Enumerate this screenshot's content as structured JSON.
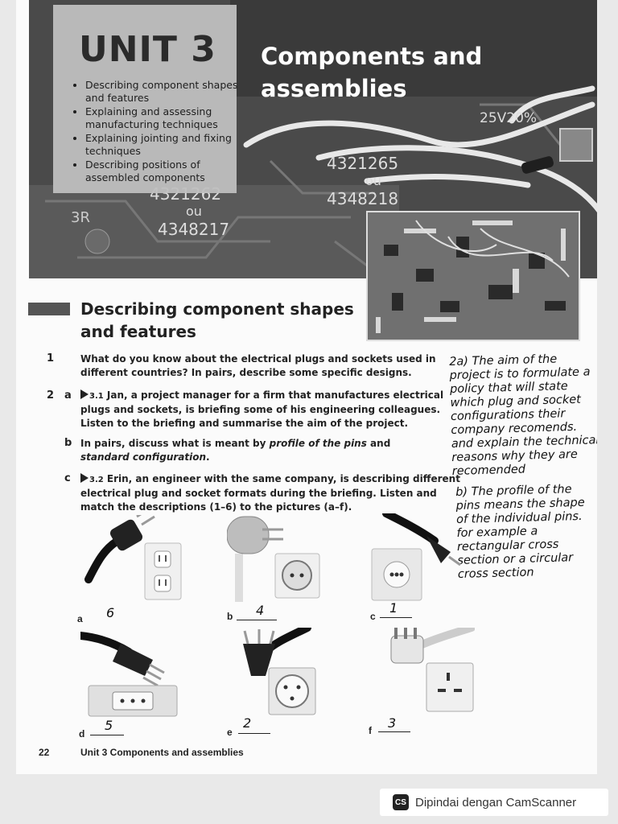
{
  "unit": {
    "number": "UNIT 3",
    "title": "Components and assemblies",
    "bullets": [
      "Describing component shapes and features",
      "Explaining and assessing manufacturing techniques",
      "Explaining jointing and fixing techniques",
      "Describing positions of assembled components"
    ]
  },
  "banner_print": {
    "top_right": "25V20%",
    "chip_left_1": "4321262",
    "chip_left_2": "ou",
    "chip_left_3": "4348217",
    "chip_mid_1": "4321265",
    "chip_mid_2": "ou",
    "chip_mid_3": "4348218",
    "label_3r": "3R"
  },
  "section": {
    "title": "Describing component shapes and features"
  },
  "questions": {
    "q1_num": "1",
    "q1_text": "What do you know about the electrical plugs and sockets used in different countries? In pairs, describe some specific designs.",
    "q2_num": "2",
    "q2a_letter": "a",
    "q2a_track": "3.1",
    "q2a_text": "Jan, a project manager for a firm that manufactures electrical plugs and sockets, is briefing some of his engineering colleagues. Listen to the briefing and summarise the aim of the project.",
    "q2b_letter": "b",
    "q2b_text_start": "In pairs, discuss what is meant by ",
    "q2b_em1": "profile of the pins",
    "q2b_mid": " and ",
    "q2b_em2": "standard configuration",
    "q2b_end": ".",
    "q2c_letter": "c",
    "q2c_track": "3.2",
    "q2c_text": "Erin, an engineer with the same company, is describing different electrical plug and socket formats during the briefing. Listen and match the descriptions (1–6) to the pictures (a–f)."
  },
  "handwriting": {
    "note_a": "2a) The aim of the project is to formulate a policy that will state which plug and socket configurations their company recomends. and explain the technical reasons why they are recomended",
    "note_b": "b) The profile of the pins means the shape of the individual pins. for example a rectangular cross section or a circular cross section"
  },
  "pictures": [
    {
      "label": "a",
      "answer": "6"
    },
    {
      "label": "b",
      "answer": "4"
    },
    {
      "label": "c",
      "answer": "1"
    },
    {
      "label": "d",
      "answer": "5"
    },
    {
      "label": "e",
      "answer": "2"
    },
    {
      "label": "f",
      "answer": "3"
    }
  ],
  "footer": {
    "page": "22",
    "text": "Unit 3  Components and assemblies"
  },
  "scanner": {
    "logo": "CS",
    "text": "Dipindai dengan CamScanner"
  },
  "colors": {
    "banner": "#3f3f3f",
    "unit_box": "#bfbfbf",
    "text": "#222222",
    "page": "#fbfbfb"
  }
}
